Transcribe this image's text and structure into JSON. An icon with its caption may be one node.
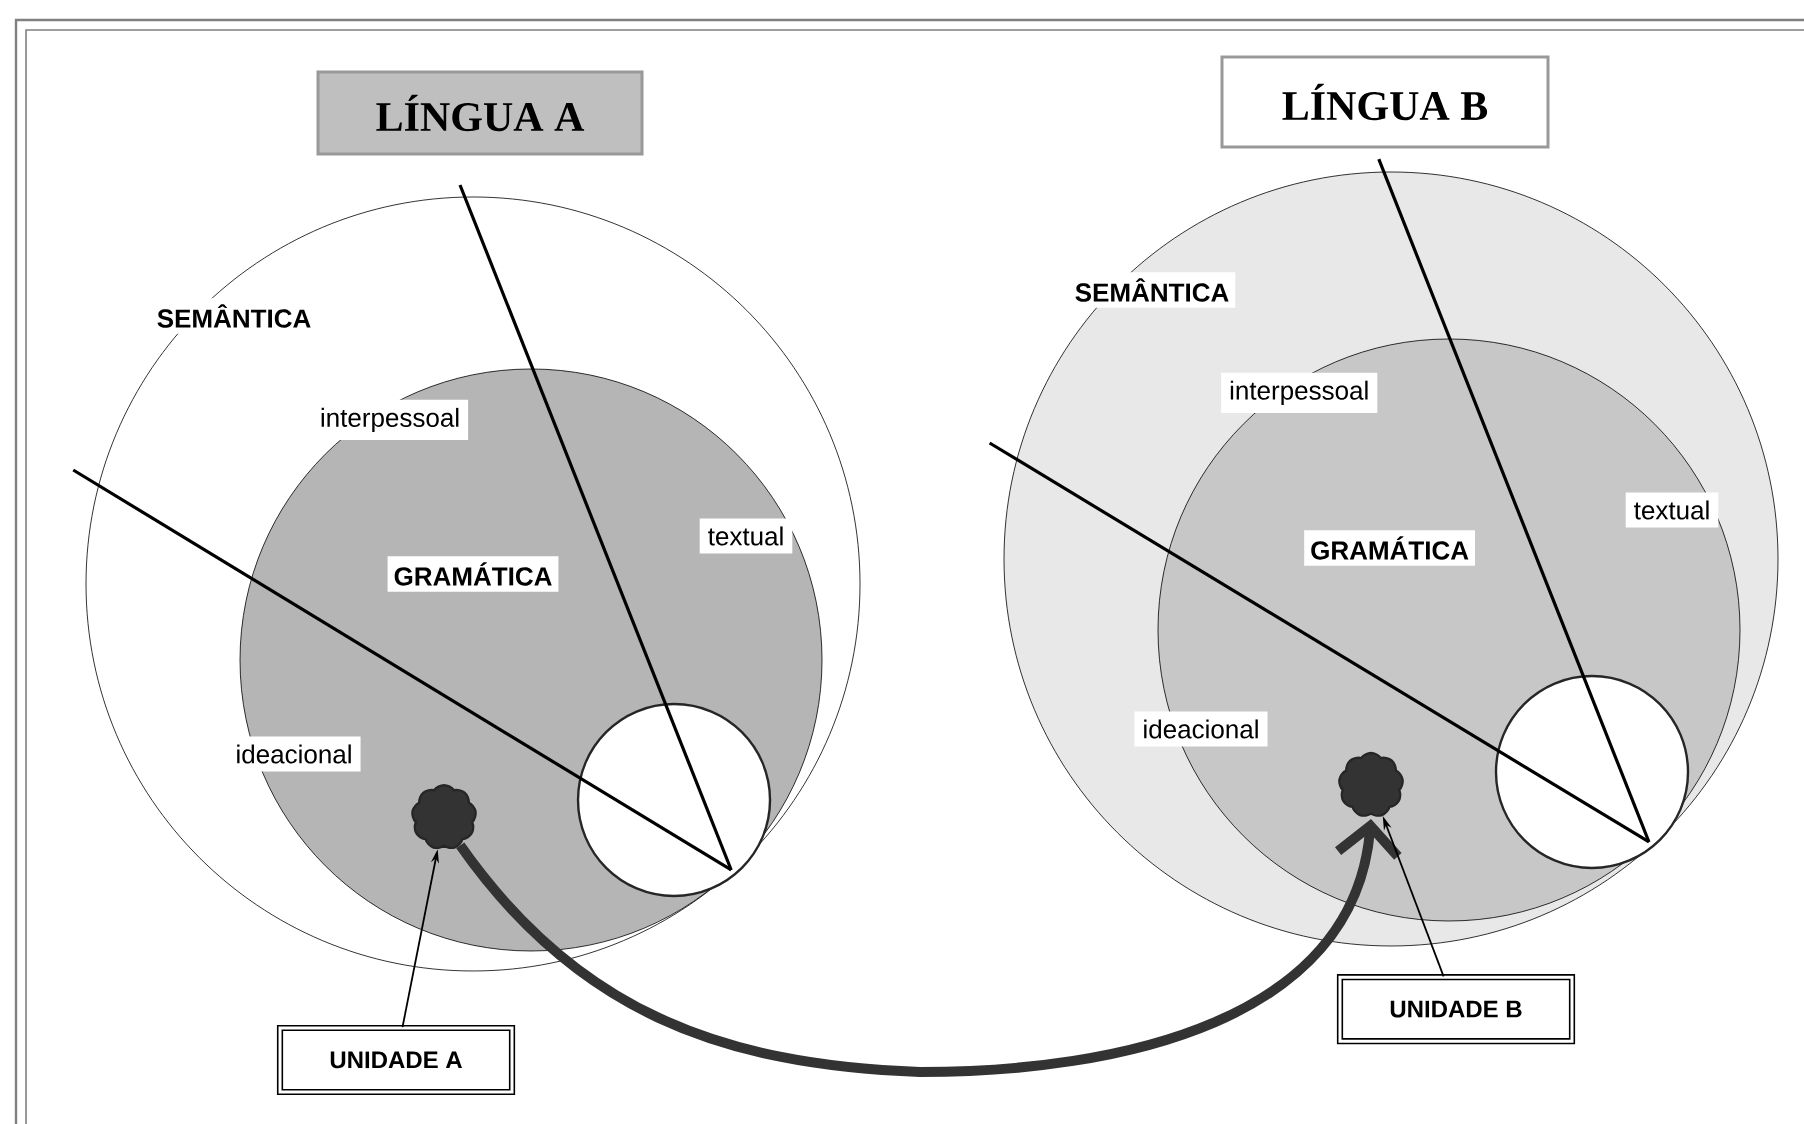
{
  "diagram": {
    "nodes": [
      {
        "text": [
          "LÍNGUA A"
        ]
      },
      {
        "text": [
          "SEMÂNTICA"
        ]
      },
      {
        "text": [
          "GRAMÁTICA"
        ],
        "in": 1
      },
      {
        "text": [],
        "shape": "circle",
        "in": 2
      },
      {
        "text": [],
        "shape": "cloud",
        "in": 2
      },
      {
        "text": [
          "UNIDADE A"
        ]
      },
      {
        "text": [
          "LÍNGUA B"
        ]
      },
      {
        "text": [
          "SEMÂNTICA"
        ]
      },
      {
        "text": [
          "GRAMÁTICA"
        ],
        "in": 7
      },
      {
        "text": [],
        "shape": "circle",
        "in": 8
      },
      {
        "text": [],
        "shape": "cloud",
        "in": 8
      },
      {
        "text": [
          "UNIDADE B"
        ]
      }
    ],
    "edges": [
      {
        "from": 5,
        "to": 4,
        "arrow": "to"
      },
      {
        "from": 4,
        "to": 10,
        "arrow": "to",
        "style": "thick",
        "color": "#333333"
      },
      {
        "from": 11,
        "to": 10,
        "arrow": "to"
      }
    ],
    "labels": [
      "interpessoal",
      "textual",
      "ideacional",
      "interpessoal",
      "textual",
      "ideacional"
    ]
  }
}
